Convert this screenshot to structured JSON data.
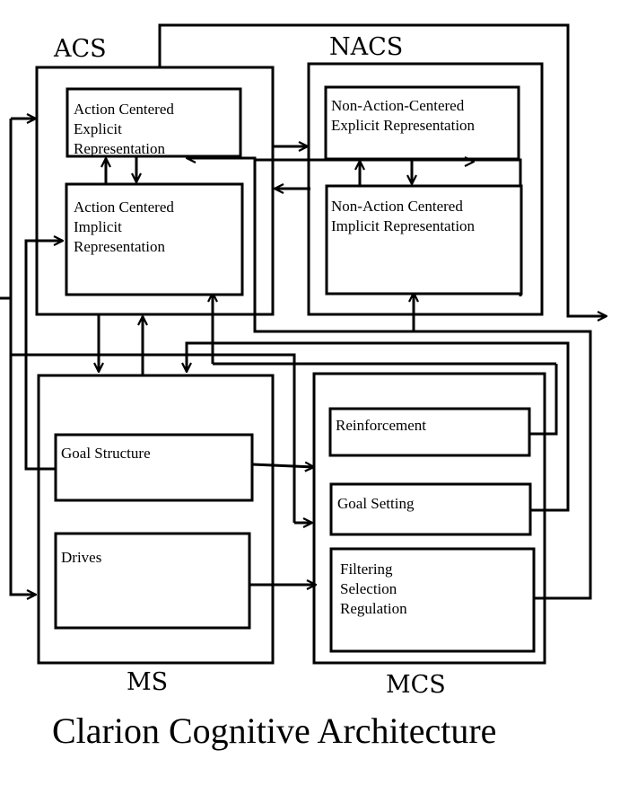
{
  "title": "Clarion Cognitive Architecture",
  "subsystems": {
    "acs": "ACS",
    "nacs": "NACS",
    "ms": "MS",
    "mcs": "MCS"
  },
  "modules": {
    "acs_explicit": [
      "Action Centered",
      "Explicit",
      "Representation"
    ],
    "acs_implicit": [
      "Action Centered",
      "Implicit",
      "Representation"
    ],
    "nacs_explicit": [
      "Non-Action-Centered",
      "Explicit Representation"
    ],
    "nacs_implicit": [
      "Non-Action Centered",
      "Implicit Representation"
    ],
    "goal_structure": [
      "Goal Structure"
    ],
    "drives": [
      "Drives"
    ],
    "reinforcement": [
      "Reinforcement"
    ],
    "goal_setting": [
      "Goal Setting"
    ],
    "filtering": [
      "Filtering",
      "Selection",
      "Regulation"
    ]
  }
}
